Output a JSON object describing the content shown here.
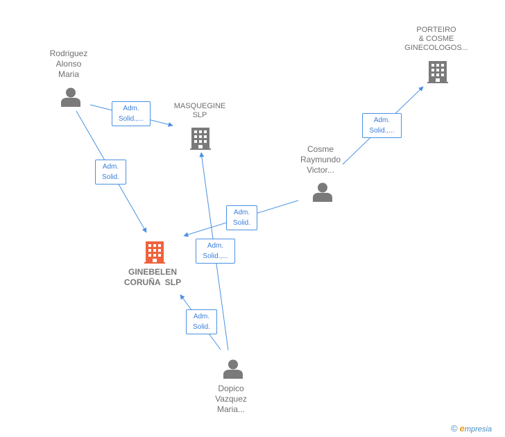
{
  "colors": {
    "edge": "#4a90e2",
    "person": "#7a7a7a",
    "company": "#7a7a7a",
    "focus_company": "#f0623c"
  },
  "nodes": {
    "rodriguez": {
      "type": "person",
      "lines": [
        "Rodriguez",
        "Alonso",
        "Maria"
      ]
    },
    "masquegine": {
      "type": "company",
      "lines": [
        "MASQUEGINE",
        "SLP"
      ]
    },
    "porteiro": {
      "type": "company",
      "lines": [
        "PORTEIRO",
        "& COSME",
        "GINECOLOGOS..."
      ]
    },
    "cosme": {
      "type": "person",
      "lines": [
        "Cosme",
        "Raymundo",
        "Victor..."
      ]
    },
    "ginebelen": {
      "type": "focus-company",
      "lines": [
        "GINEBELEN",
        "CORUÑA  SLP"
      ]
    },
    "dopico": {
      "type": "person",
      "lines": [
        "Dopico",
        "Vazquez",
        "Maria..."
      ]
    }
  },
  "edges": [
    {
      "id": "rodriguez-masquegine",
      "lines": [
        "Adm.",
        "Solid.,..."
      ]
    },
    {
      "id": "rodriguez-ginebelen",
      "lines": [
        "Adm.",
        "Solid."
      ]
    },
    {
      "id": "cosme-porteiro",
      "lines": [
        "Adm.",
        "Solid.,..."
      ]
    },
    {
      "id": "cosme-ginebelen",
      "lines": [
        "Adm.",
        "Solid."
      ]
    },
    {
      "id": "dopico-masquegine",
      "lines": [
        "Adm.",
        "Solid.,..."
      ]
    },
    {
      "id": "dopico-ginebelen",
      "lines": [
        "Adm.",
        "Solid."
      ]
    }
  ],
  "footer": {
    "copyright_symbol": "©",
    "brand_first_letter": "e",
    "brand_rest": "mpresia"
  }
}
